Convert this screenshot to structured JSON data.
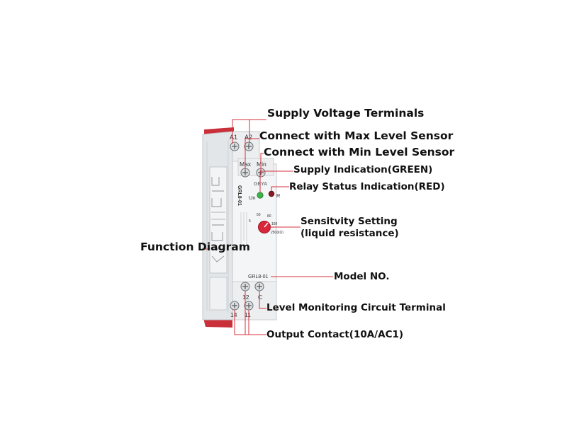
{
  "callouts": {
    "supply_voltage_terminals": "Supply Voltage Terminals",
    "max_level_sensor": "Connect with Max Level Sensor",
    "min_level_sensor": "Connect with Min Level Sensor",
    "supply_indication": "Supply Indication(GREEN)",
    "relay_status_indication": "Relay Status Indication(RED)",
    "sensitivity_setting_line1": "Sensitvity Setting",
    "sensitivity_setting_line2": "(liquid resistance)",
    "function_diagram": "Function Diagram",
    "model_no": "Model NO.",
    "level_monitoring_terminal": "Level Monitoring Circuit Terminal",
    "output_contact": "Output Contact(10A/AC1)"
  },
  "device": {
    "terminals": {
      "a1": "A1",
      "a2": "A2",
      "max": "Max",
      "min": "Min",
      "t12": "12",
      "tc": "C",
      "t14": "14",
      "t11": "11"
    },
    "led_labels": {
      "un": "Un",
      "r": "R"
    },
    "brand": "GEYA",
    "model_vertical": "GRL8-01",
    "model_front": "GRL8-01",
    "dial_marks": [
      "5",
      "50",
      "80",
      "150",
      "250(kΩ)"
    ]
  },
  "colors": {
    "accent_line": "#d6303b",
    "housing": "#eef0f1",
    "end_cap": "#c9303a",
    "led_green": "#3bb34a",
    "led_red": "#8a1620",
    "knob": "#d8263a"
  }
}
